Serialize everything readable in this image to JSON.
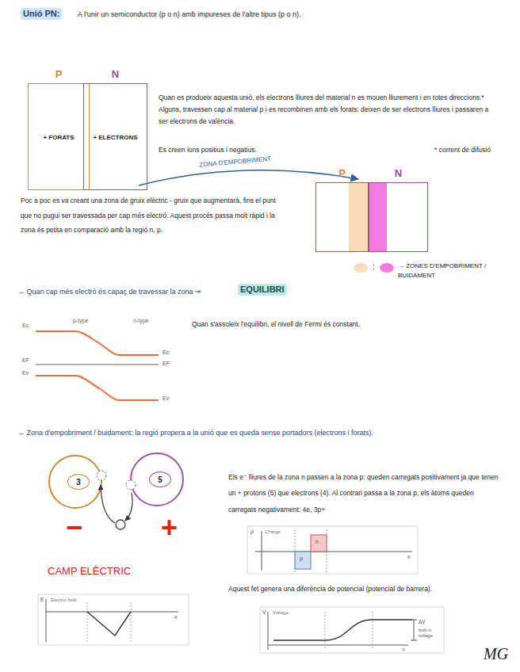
{
  "diagram": {
    "nodes": [
      {
        "text": [
          "P",
          "+ FORATS"
        ]
      },
      {
        "text": [
          "N",
          "+ ELECTRONS"
        ]
      },
      {
        "text": [
          "P"
        ]
      },
      {
        "text": [
          "N"
        ]
      },
      {
        "text": [
          "3"
        ]
      },
      {
        "text": [
          "5"
        ]
      }
    ],
    "labels": [
      "Unió PN:",
      "A l'unir un semiconductor (p o n) amb impureses de l'altre tipus (p o n).",
      "Quan es produeix aquesta unió, els electrons lliures del material n es mouen lliurement i en totes direccions.* Alguns, travessen cap al material p i es recombinen amb els forats: deixen de ser electrons lliures i passaren a ser electrons de valència.",
      "Es creen ions positius i negatius.",
      "* corrent de difusió",
      "ZONA D'EMPOBRIMENT",
      "Poc a poc es va creant una zona de gruix elèctric - gruix que augmentarà, fins el punt que no pugui ser travessada per cap més electró. Aquest procés passa molt ràpid i la zona és petita en comparació amb la regió n, p.",
      ":",
      "→ Quan cap més electró és capaç de travessar la zona ⇒",
      "EQUILIBRI",
      "p-type",
      "n-type",
      "Ec",
      "EF",
      "Ev",
      "Ec",
      "EF",
      "Ev",
      "Quan s'assoleix l'equilibri, el nivell de Fermi és constant.",
      "→ Zona d'empobriment / buidament: la regió propera a la unió que es queda sense portadors (electrons i forats).",
      "−",
      "+",
      "CAMP ELÈCTRIC",
      "Els e⁻ lliures de la zona n passen a la zona p: queden carregats positivament ja que tenen un + protons (5) que electrons (4). Al contrari passa a la zona p, els àtoms queden carregats negativament: 4e, 3p+",
      "ρ",
      "Charge",
      "p",
      "n",
      "x",
      "Aquest fet genera una diferència de potencial (potencial de barrera).",
      "E",
      "Electric field",
      "x",
      "V",
      "Voltage",
      "ΔV",
      "built-in voltage",
      "x",
      "MG"
    ],
    "legend": [
      {
        "text": "→ ZONES D'EMPOBRIMENT / BUIDAMENT",
        "color": "#f8dcb8"
      }
    ]
  }
}
